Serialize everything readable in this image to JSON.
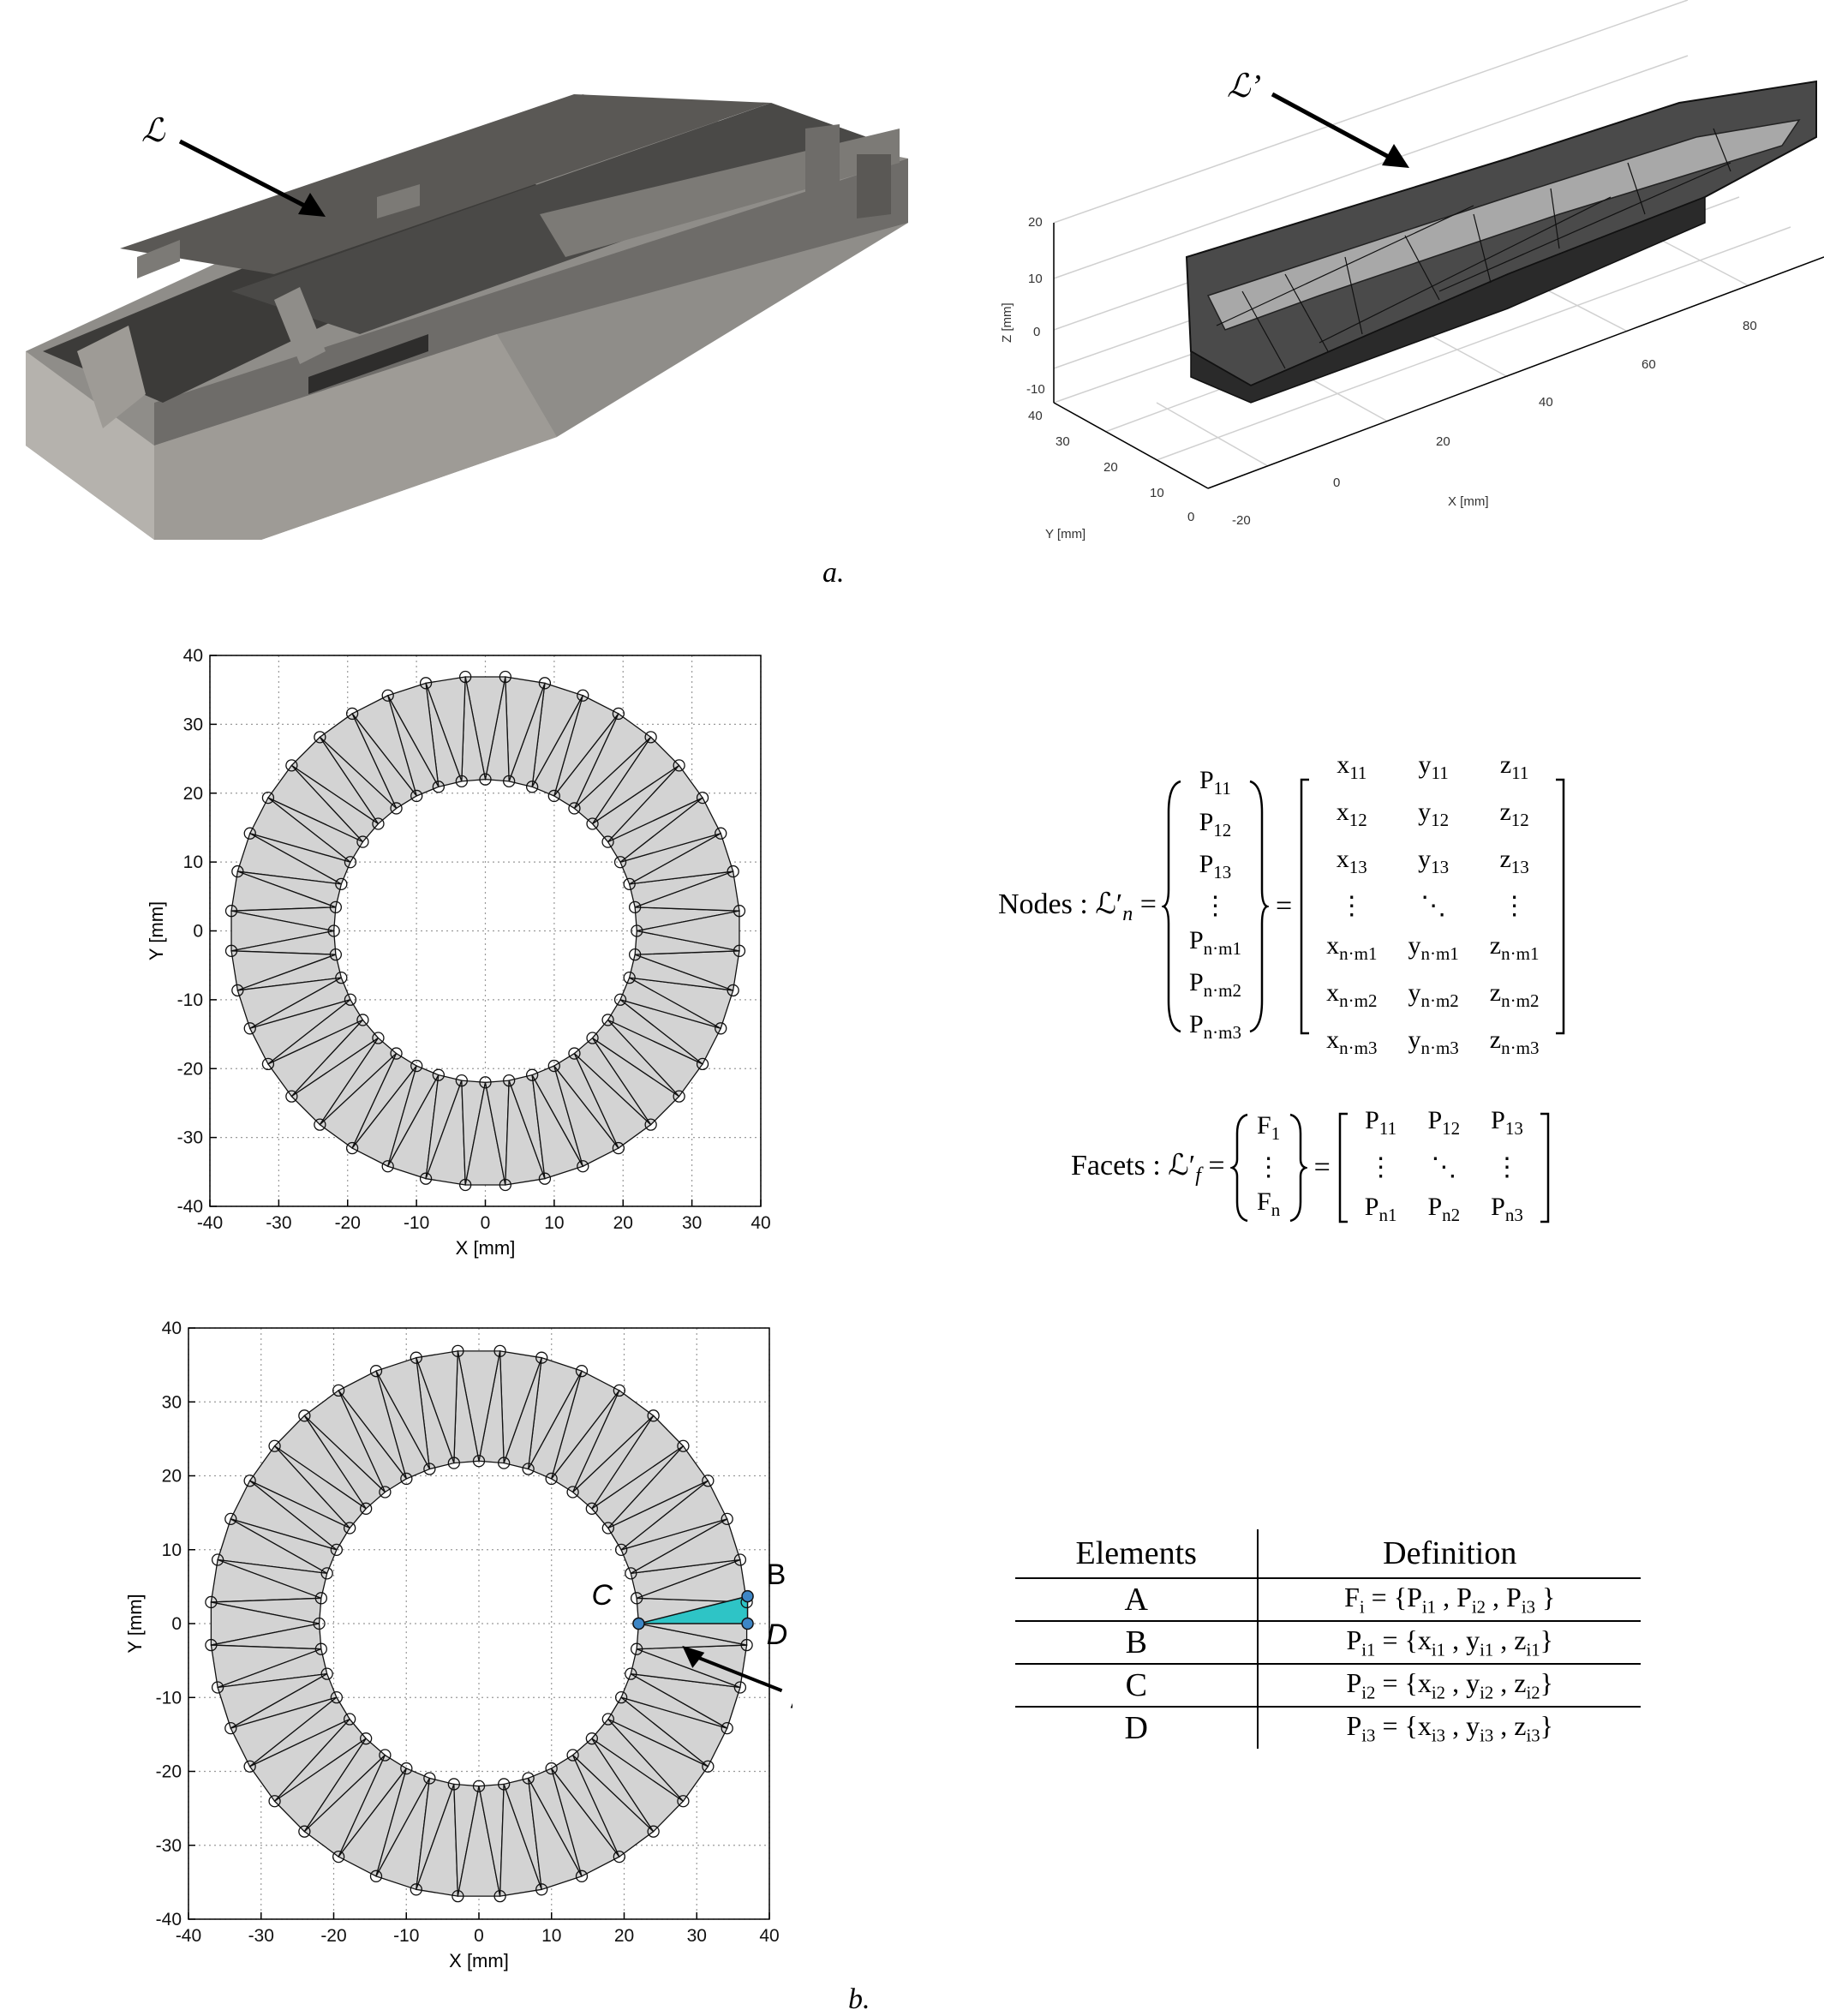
{
  "panel_a": {
    "cad_label": "ℒ",
    "mesh_label": "ℒ’",
    "caption": "a.",
    "axes": {
      "z_label": "Z [mm]",
      "x_label": "X [mm]",
      "y_label": "Y [mm]",
      "z_ticks": [
        "20",
        "10",
        "0",
        "-10"
      ],
      "x_ticks": [
        "-20",
        "0",
        "20",
        "40",
        "60",
        "80"
      ],
      "y_ticks": [
        "40",
        "30",
        "20",
        "10",
        "0"
      ]
    }
  },
  "chart_data": [
    {
      "type": "scatter",
      "description": "Annular triangulated mesh (STL) in the XY plane",
      "xlabel": "X [mm]",
      "ylabel": "Y [mm]",
      "xlim": [
        -40,
        40
      ],
      "ylim": [
        -40,
        40
      ],
      "xticks": [
        -40,
        -30,
        -20,
        -10,
        0,
        10,
        20,
        30,
        40
      ],
      "yticks": [
        -40,
        -30,
        -20,
        -10,
        0,
        10,
        20,
        30,
        40
      ],
      "grid": true,
      "outer_radius": 37,
      "inner_radius": 22,
      "nodes_per_ring": 40
    },
    {
      "type": "scatter",
      "description": "Same annular mesh with highlighted facet A and nodes B, C, D",
      "xlabel": "X [mm]",
      "ylabel": "Y [mm]",
      "xlim": [
        -40,
        40
      ],
      "ylim": [
        -40,
        40
      ],
      "xticks": [
        -40,
        -30,
        -20,
        -10,
        0,
        10,
        20,
        30,
        40
      ],
      "yticks": [
        -40,
        -30,
        -20,
        -10,
        0,
        10,
        20,
        30,
        40
      ],
      "grid": true,
      "outer_radius": 37,
      "inner_radius": 22,
      "nodes_per_ring": 40,
      "highlight": {
        "facet": "A",
        "nodes": {
          "B": [
            37,
            3.7
          ],
          "C": [
            22,
            0
          ],
          "D": [
            37,
            0
          ]
        },
        "color": "#2ec4c6"
      }
    }
  ],
  "annotations": {
    "A": "A",
    "B": "B",
    "C": "C",
    "D": "D"
  },
  "nodes_eq": {
    "lhs": "Nodes : ℒ′",
    "sub": "n",
    "vector": [
      "P11",
      "P12",
      "P13",
      "⋮",
      "Pn·m1",
      "Pn·m2",
      "Pn·m3"
    ],
    "matrix": [
      [
        "x11",
        "y11",
        "z11"
      ],
      [
        "x12",
        "y12",
        "z12"
      ],
      [
        "x13",
        "y13",
        "z13"
      ],
      [
        "⋮",
        "⋱",
        "⋮"
      ],
      [
        "xn·m1",
        "yn·m1",
        "zn·m1"
      ],
      [
        "xn·m2",
        "yn·m2",
        "zn·m2"
      ],
      [
        "xn·m3",
        "yn·m3",
        "zn·m3"
      ]
    ]
  },
  "facets_eq": {
    "lhs": "Facets : ℒ′",
    "sub": "f",
    "vector": [
      "F1",
      "⋮",
      "Fn"
    ],
    "matrix": [
      [
        "P11",
        "P12",
        "P13"
      ],
      [
        "⋮",
        "⋱",
        "⋮"
      ],
      [
        "Pn1",
        "Pn2",
        "Pn3"
      ]
    ]
  },
  "elements_table": {
    "headers": [
      "Elements",
      "Definition"
    ],
    "rows": [
      [
        "A",
        "Fi = {Pi1 , Pi2 , Pi3 }"
      ],
      [
        "B",
        "Pi1 = {xi1 , yi1 , zi1}"
      ],
      [
        "C",
        "Pi2 = {xi2 , yi2 , zi2}"
      ],
      [
        "D",
        "Pi3 = {xi3 , yi3 , zi3}"
      ]
    ]
  },
  "caption_b": "b."
}
